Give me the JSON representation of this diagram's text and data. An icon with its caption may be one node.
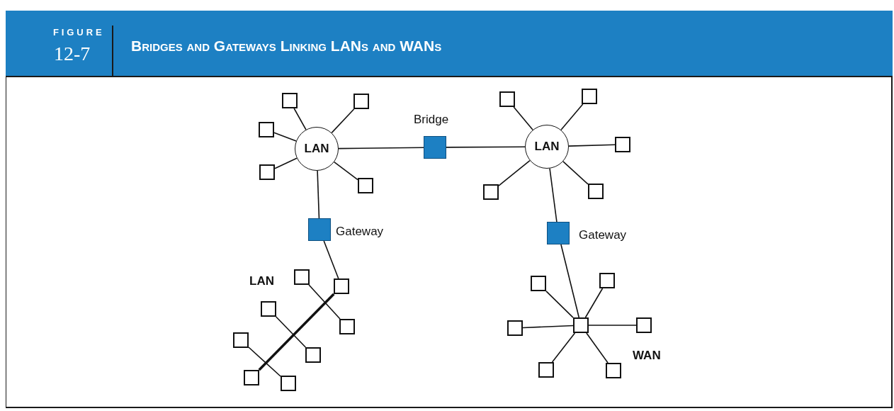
{
  "diagram": {
    "title": "Bridges and Gateways Linking LANs and WANs",
    "nodes": [
      {
        "text": [
          "LAN"
        ]
      },
      {
        "text": [],
        "shape": "box"
      },
      {
        "text": [],
        "shape": "box"
      },
      {
        "text": [],
        "shape": "box"
      },
      {
        "text": [],
        "shape": "box"
      },
      {
        "text": [],
        "shape": "box"
      },
      {
        "text": [],
        "shape": "box",
        "beside": [
          "Bridge"
        ]
      },
      {
        "text": [
          "LAN"
        ]
      },
      {
        "text": [],
        "shape": "box"
      },
      {
        "text": [],
        "shape": "box"
      },
      {
        "text": [],
        "shape": "box"
      },
      {
        "text": [],
        "shape": "box"
      },
      {
        "text": [],
        "shape": "box"
      },
      {
        "text": [],
        "shape": "box",
        "beside": [
          "Gateway"
        ]
      },
      {
        "text": [],
        "shape": "box",
        "beside": [
          "Gateway"
        ]
      },
      {
        "text": [],
        "shape": "box"
      },
      {
        "text": [],
        "shape": "box"
      },
      {
        "text": [],
        "shape": "box"
      },
      {
        "text": [],
        "shape": "box"
      },
      {
        "text": [],
        "shape": "box"
      },
      {
        "text": [],
        "shape": "box"
      },
      {
        "text": [],
        "shape": "box"
      },
      {
        "text": [],
        "shape": "box"
      },
      {
        "text": [],
        "shape": "box"
      },
      {
        "text": [],
        "shape": "box"
      },
      {
        "text": [],
        "shape": "box"
      },
      {
        "text": [],
        "shape": "box"
      },
      {
        "text": [],
        "shape": "box"
      },
      {
        "text": [],
        "shape": "box"
      },
      {
        "text": [],
        "shape": "box"
      }
    ],
    "edges": [
      {
        "from": 0,
        "to": 1,
        "arrow": "none"
      },
      {
        "from": 0,
        "to": 2,
        "arrow": "none"
      },
      {
        "from": 0,
        "to": 3,
        "arrow": "none"
      },
      {
        "from": 0,
        "to": 4,
        "arrow": "none"
      },
      {
        "from": 0,
        "to": 5,
        "arrow": "none"
      },
      {
        "from": 0,
        "to": 6,
        "arrow": "none"
      },
      {
        "from": 6,
        "to": 7,
        "arrow": "none"
      },
      {
        "from": 7,
        "to": 8,
        "arrow": "none"
      },
      {
        "from": 7,
        "to": 9,
        "arrow": "none"
      },
      {
        "from": 7,
        "to": 10,
        "arrow": "none"
      },
      {
        "from": 7,
        "to": 11,
        "arrow": "none"
      },
      {
        "from": 7,
        "to": 12,
        "arrow": "none"
      },
      {
        "from": 0,
        "to": 13,
        "arrow": "none"
      },
      {
        "from": 13,
        "to": 15,
        "arrow": "none"
      },
      {
        "from": 7,
        "to": 14,
        "arrow": "none"
      },
      {
        "from": 14,
        "to": 23,
        "arrow": "none"
      },
      {
        "from": 15,
        "to": 22,
        "arrow": "none",
        "style": "thick"
      },
      {
        "from": 16,
        "to": 17,
        "arrow": "none"
      },
      {
        "from": 18,
        "to": 19,
        "arrow": "none"
      },
      {
        "from": 20,
        "to": 21,
        "arrow": "none"
      },
      {
        "from": 23,
        "to": 24,
        "arrow": "none"
      },
      {
        "from": 23,
        "to": 25,
        "arrow": "none"
      },
      {
        "from": 23,
        "to": 26,
        "arrow": "none"
      },
      {
        "from": 23,
        "to": 27,
        "arrow": "none"
      },
      {
        "from": 23,
        "to": 28,
        "arrow": "none"
      },
      {
        "from": 23,
        "to": 29,
        "arrow": "none"
      }
    ],
    "labels": [
      "FIGURE",
      "12-7",
      "LAN",
      "WAN"
    ]
  }
}
